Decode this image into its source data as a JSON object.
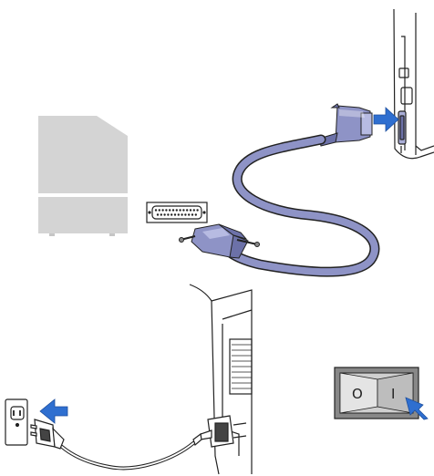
{
  "figure": {
    "panels": [
      {
        "id": "parallel-cable",
        "parts": [
          "computer-icon",
          "parallel-port-icon",
          "parallel-cable",
          "printer-back-panel",
          "connect-arrow-icon"
        ]
      },
      {
        "id": "power-cord",
        "parts": [
          "wall-outlet",
          "power-plug",
          "power-cord",
          "printer-power-inlet",
          "plug-in-arrow-icon"
        ]
      },
      {
        "id": "power-switch",
        "parts": [
          "rocker-switch",
          "press-arrow-icon"
        ]
      }
    ]
  },
  "power_switch": {
    "off_mark": "O",
    "on_mark": "I"
  },
  "colors": {
    "cable": "#8e93c6",
    "cable_dark": "#6c71a8",
    "arrow": "#2f6fd0",
    "computer_gray": "#d4d4d4",
    "line": "#222222",
    "switch_body": "#888888",
    "switch_face": "#cfcfcf"
  },
  "icons": {
    "arrows": [
      "arrow-right-icon",
      "arrow-left-icon",
      "arrow-up-left-icon"
    ]
  }
}
